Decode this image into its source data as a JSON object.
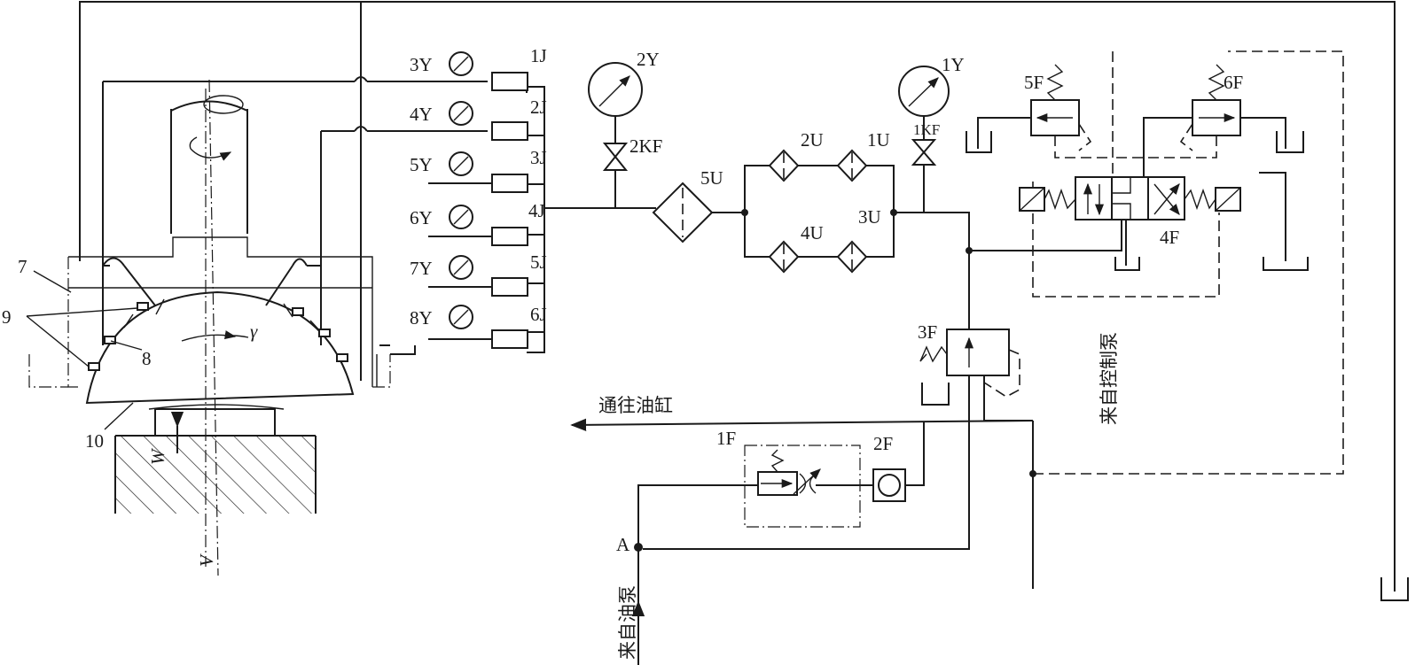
{
  "labels": {
    "gauges": [
      "3Y",
      "4Y",
      "5Y",
      "6Y",
      "7Y",
      "8Y"
    ],
    "restrictors": [
      "1J",
      "2J",
      "3J",
      "4J",
      "5J",
      "6J"
    ],
    "gauge_2y": "2Y",
    "gauge_1y": "1Y",
    "valve_2kf": "2KF",
    "valve_1kf": "1KF",
    "filters": {
      "u1": "1U",
      "u2": "2U",
      "u3": "3U",
      "u4": "4U",
      "u5": "5U"
    },
    "valves": {
      "f1": "1F",
      "f2": "2F",
      "f3": "3F",
      "f4": "4F",
      "f5": "5F",
      "f6": "6F"
    },
    "parts": {
      "p7": "7",
      "p8": "8",
      "p9": "9",
      "p10": "10"
    },
    "symbols": {
      "gamma": "γ",
      "w": "W",
      "v": "V"
    },
    "point_a": "A"
  },
  "text": {
    "to_cylinder": "通往油缸",
    "from_pump": "来自油泵",
    "from_control_pump": "来自控制泵"
  },
  "colors": {
    "ink": "#1a1a1a",
    "paper": "#ffffff"
  }
}
